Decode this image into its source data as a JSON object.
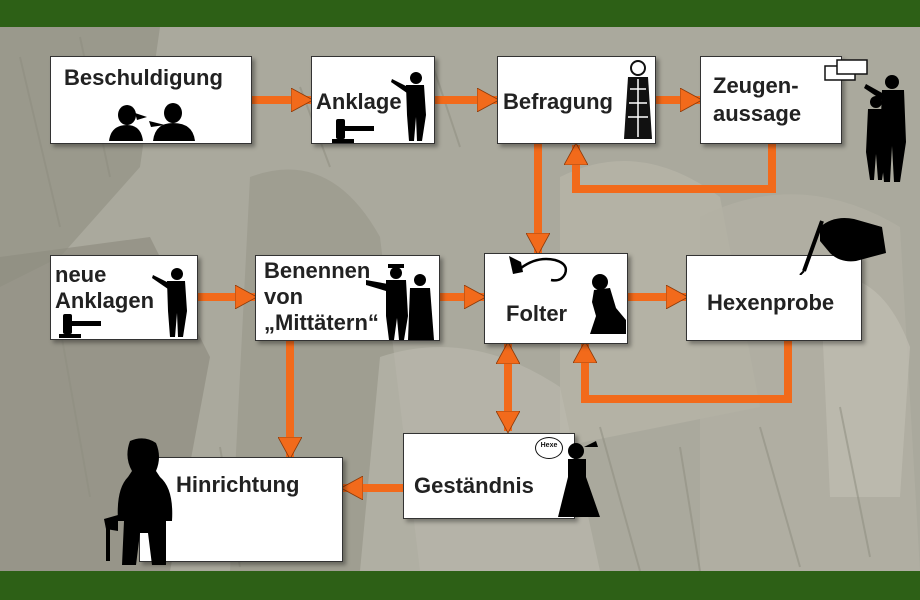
{
  "colors": {
    "arrow": "#f26a1b",
    "frame": "#2d6016",
    "background": "#a7a79b",
    "box": "#ffffff",
    "text": "#222222"
  },
  "nodes": {
    "beschuldigung": {
      "label": "Beschuldigung"
    },
    "anklage": {
      "label": "Anklage"
    },
    "befragung": {
      "label": "Befragung"
    },
    "zeugenaussage": {
      "line1": "Zeugen-",
      "line2": "aussage"
    },
    "neue_anklagen": {
      "line1": "neue",
      "line2": "Anklagen"
    },
    "benennen": {
      "line1": "Benennen",
      "line2": "von",
      "line3": "„Mittätern“"
    },
    "folter": {
      "label": "Folter"
    },
    "hexenprobe": {
      "label": "Hexenprobe"
    },
    "hinrichtung": {
      "label": "Hinrichtung"
    },
    "gestaendnis": {
      "label": "Geständnis",
      "bubble": "Hexe"
    }
  },
  "icons": [
    "whispering-people-icon",
    "judge-pointing-icon",
    "gavel-icon",
    "judge-robe-icon",
    "speech-bubbles-icon",
    "witnesses-icon",
    "whip-icon",
    "kneeling-woman-icon",
    "hand-with-pen-icon",
    "guard-with-prisoner-icon",
    "executioner-icon",
    "woman-in-dress-icon"
  ]
}
